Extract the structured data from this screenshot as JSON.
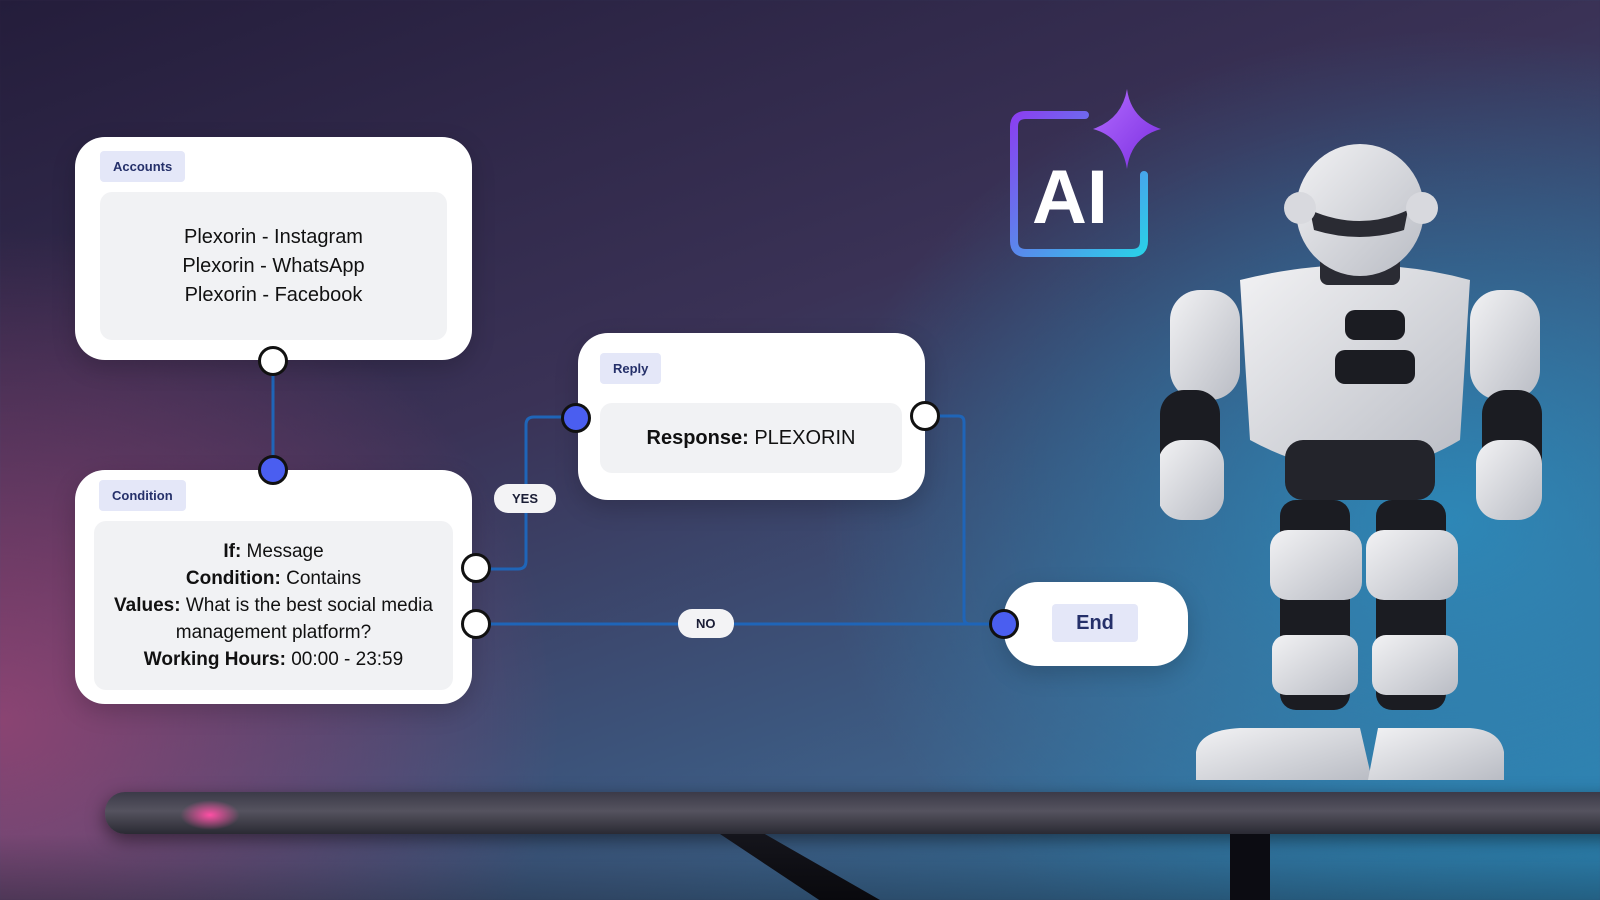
{
  "accounts_node": {
    "tag": "Accounts",
    "items": [
      "Plexorin - Instagram",
      "Plexorin - WhatsApp",
      "Plexorin - Facebook"
    ]
  },
  "condition_node": {
    "tag": "Condition",
    "rows": [
      {
        "label": "If:",
        "value": " Message"
      },
      {
        "label": "Condition:",
        "value": " Contains"
      },
      {
        "label": "Values:",
        "value": " What is the best social media management platform?"
      },
      {
        "label": "Working Hours:",
        "value": " 00:00 - 23:59"
      }
    ]
  },
  "reply_node": {
    "tag": "Reply",
    "response_label": "Response:",
    "response_value": " PLEXORIN"
  },
  "end_node": {
    "label": "End"
  },
  "edges": {
    "yes_label": "YES",
    "no_label": "NO"
  },
  "ai_logo": {
    "text": "AI"
  },
  "colors": {
    "edge_line": "#1f65b8",
    "port_filled": "#4a5ef0",
    "tag_bg": "#e4e7f8",
    "tag_text": "#25306a",
    "logo_gradient_start": "#8a3ff0",
    "logo_gradient_end": "#2ad0e8"
  }
}
